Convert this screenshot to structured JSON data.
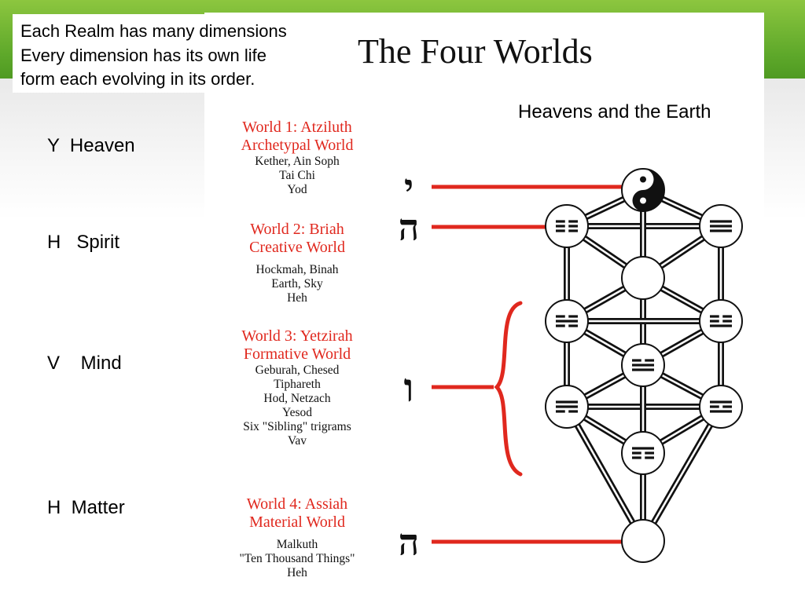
{
  "note": {
    "lines": [
      "Each Realm has many dimensions",
      "Every dimension has its own life",
      "form each evolving in its order."
    ]
  },
  "side_labels": [
    {
      "text": "Y  Heaven"
    },
    {
      "text": "H   Spirit"
    },
    {
      "text": "V    Mind"
    },
    {
      "text": "H  Matter"
    }
  ],
  "diagram": {
    "title": "The Four Worlds",
    "subtitle": "Heavens and the Earth",
    "worlds": [
      {
        "title1": "World 1: Atziluth",
        "title2": "Archetypal World",
        "details": [
          "Kether, Ain Soph",
          "Tai Chi",
          "Yod"
        ]
      },
      {
        "title1": "World 2: Briah",
        "title2": "Creative World",
        "details": [
          "Hockmah, Binah",
          "Earth, Sky",
          "Heh"
        ]
      },
      {
        "title1": "World 3: Yetzirah",
        "title2": "Formative World",
        "details": [
          "Geburah, Chesed",
          "Tiphareth",
          "Hod, Netzach",
          "Yesod",
          "Six \"Sibling\" trigrams",
          "Vav"
        ]
      },
      {
        "title1": "World 4: Assiah",
        "title2": "Material World",
        "details": [
          "Malkuth",
          "\"Ten Thousand Things\"",
          "Heh"
        ]
      }
    ],
    "letters": [
      {
        "glyph": "י",
        "world": 1
      },
      {
        "glyph": "ה",
        "world": 2
      },
      {
        "glyph": "ו",
        "world": 3
      },
      {
        "glyph": "ה",
        "world": 4
      }
    ]
  },
  "colors": {
    "accent_red": "#e0281e",
    "band_green": "#6cb52f",
    "node_outline": "#111111"
  }
}
